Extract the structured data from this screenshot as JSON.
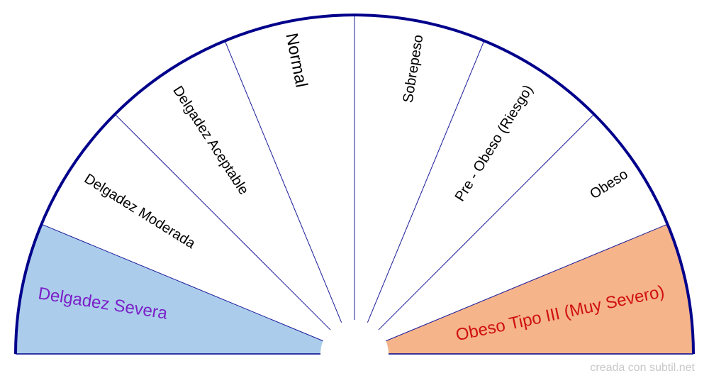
{
  "segments": [
    {
      "label": "Delgadez Severa",
      "fill": "#abcdeb",
      "text_color": "#7b1fc8"
    },
    {
      "label": "Delgadez Moderada",
      "fill": "#ffffff",
      "text_color": "#000000"
    },
    {
      "label": "Delgadez Aceptable",
      "fill": "#ffffff",
      "text_color": "#000000"
    },
    {
      "label": "Normal",
      "fill": "#ffffff",
      "text_color": "#000000"
    },
    {
      "label": "Sobrepeso",
      "fill": "#ffffff",
      "text_color": "#000000"
    },
    {
      "label": "Pre - Obeso (Riesgo)",
      "fill": "#ffffff",
      "text_color": "#000000"
    },
    {
      "label": "Obeso",
      "fill": "#ffffff",
      "text_color": "#000000"
    },
    {
      "label": "Obeso Tipo III (Muy Severo)",
      "fill": "#f5b48a",
      "text_color": "#d01010"
    }
  ],
  "colors": {
    "outline": "#00008b",
    "divider": "#1a1a9a"
  },
  "credit": "creada con subtil.net"
}
